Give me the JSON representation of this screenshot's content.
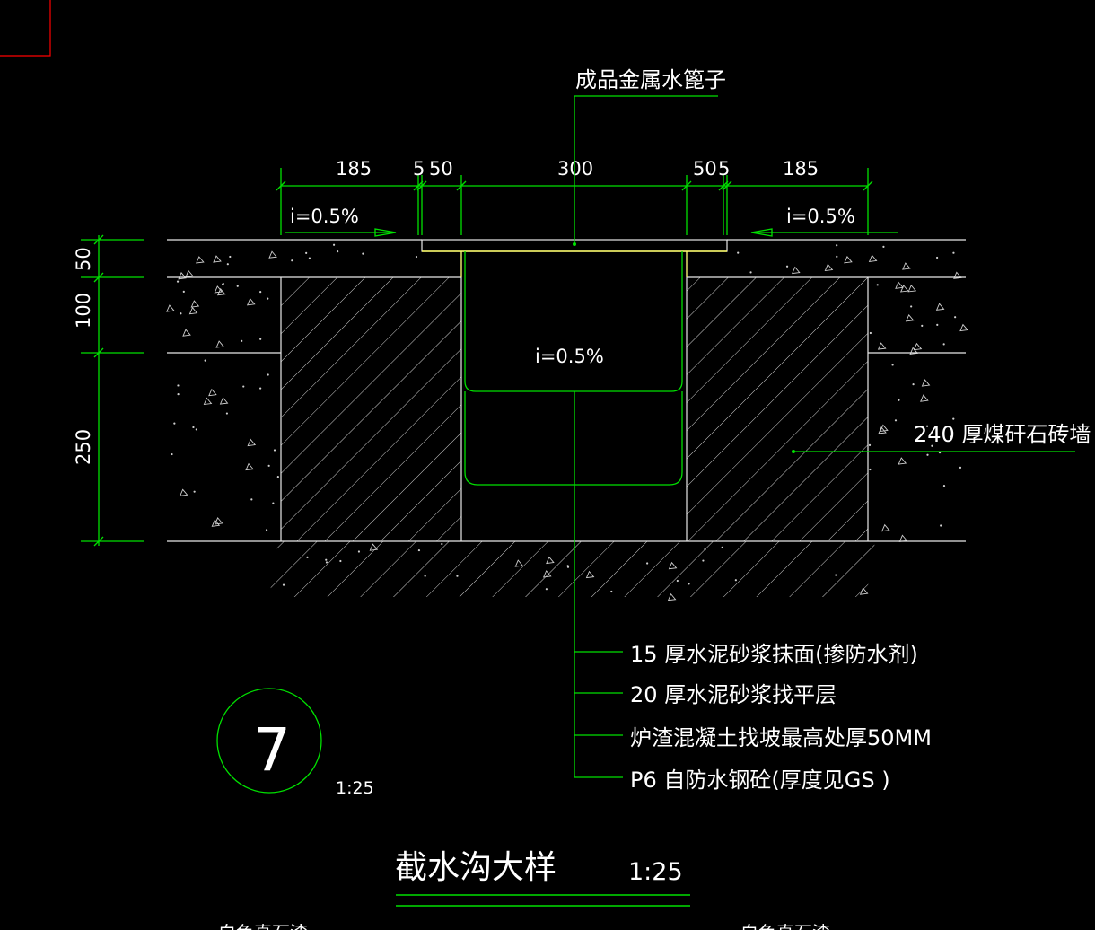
{
  "labels": {
    "grate": "成品金属水篦子",
    "wall": "240 厚煤矸石砖墙",
    "slope_left": "i=0.5%",
    "slope_right": "i=0.5%",
    "slope_channel": "i=0.5%",
    "layer1": "15 厚水泥砂浆抹面(掺防水剂)",
    "layer2": "20 厚水泥砂浆找平层",
    "layer3": "炉渣混凝土找坡最高处厚50MM",
    "layer4": "P6 自防水钢砼(厚度见GS )"
  },
  "dimensions": {
    "top": [
      "185",
      "5",
      "50",
      "300",
      "50",
      "5",
      "185"
    ],
    "left": [
      "50",
      "100",
      "250"
    ]
  },
  "detail": {
    "number": "7",
    "scale": "1:25",
    "title": "截水沟大样",
    "title_scale": "1:25"
  },
  "footer": {
    "left": "白色真石漆",
    "right": "白色真石漆"
  },
  "colors": {
    "background": "#000000",
    "dimension_lines": "#00e000",
    "outline": "#e8e8e8",
    "grate": "#ffff66",
    "corner_frame": "#ff0000"
  }
}
